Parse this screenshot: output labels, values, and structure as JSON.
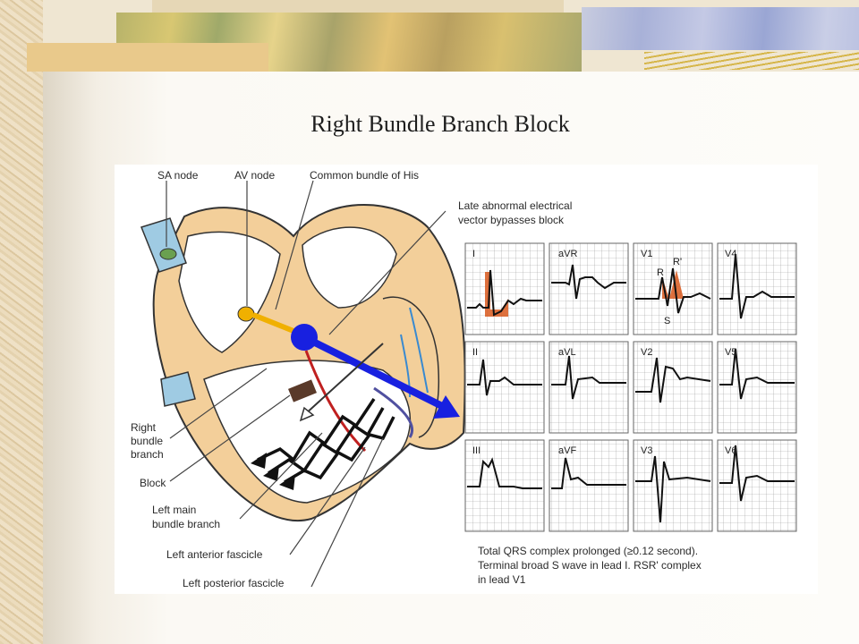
{
  "slide": {
    "title": "Right Bundle Branch Block"
  },
  "diagram": {
    "labels": {
      "sa_node": "SA node",
      "av_node": "AV node",
      "common_bundle": "Common bundle of His",
      "late_vector_1": "Late abnormal electrical",
      "late_vector_2": "vector bypasses block",
      "right_bundle_1": "Right",
      "right_bundle_2": "bundle",
      "right_bundle_3": "branch",
      "block": "Block",
      "left_main_1": "Left main",
      "left_main_2": "bundle branch",
      "left_anterior": "Left anterior fascicle",
      "left_posterior": "Left posterior fascicle"
    },
    "leads": {
      "r1": [
        "I",
        "aVR",
        "V1",
        "V4"
      ],
      "r2": [
        "II",
        "aVL",
        "V2",
        "V5"
      ],
      "r3": [
        "III",
        "aVF",
        "V3",
        "V6"
      ],
      "v1_r": "R",
      "v1_r_prime": "R'",
      "v1_s": "S"
    },
    "caption": {
      "line1": "Total QRS complex prolonged (≥0.12 second).",
      "line2": "Terminal broad S wave in lead I. RSR' complex",
      "line3": "in lead V1"
    },
    "colors": {
      "heart_wall": "#f3cf9a",
      "vector_arrow": "#1820e0",
      "highlight_wave": "#d8581c",
      "grid": "#9a9a9a"
    }
  }
}
